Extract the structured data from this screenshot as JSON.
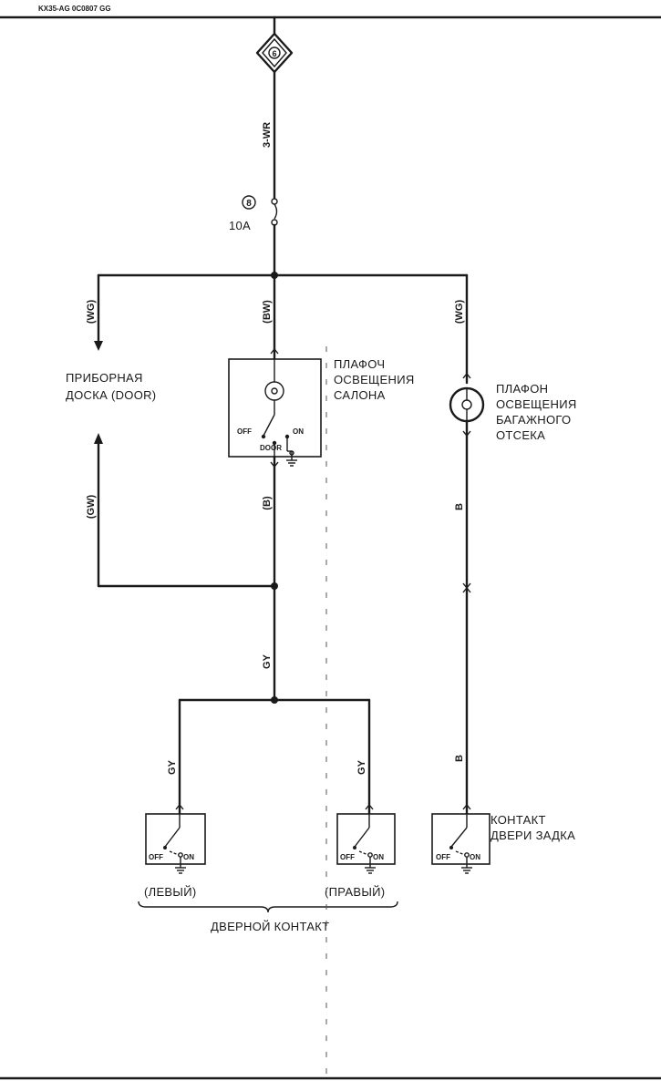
{
  "header": {
    "code": "KX35-AG 0C0807 GG"
  },
  "supply": {
    "connector_number": "6",
    "wire_main": "3-WR",
    "fuse_number": "8",
    "fuse_rating": "10A"
  },
  "wires": {
    "left_branch": "(WG)",
    "center_upper": "(BW)",
    "right_upper": "(WG)",
    "left_return": "(GW)",
    "center_lower": "(B)",
    "center_main": "GY",
    "right_lower_1": "B",
    "right_lower_2": "B",
    "left_switch": "GY",
    "right_switch": "GY"
  },
  "components": {
    "instrument_panel": {
      "line1": "ПРИБОРНАЯ",
      "line2": "ДОСКА (DOOR)"
    },
    "cabin_lamp": {
      "line1": "ПЛАФОЧ",
      "line2": "ОСВЕЩЕНИЯ",
      "line3": "САЛОНА",
      "off": "OFF",
      "on": "ON",
      "door": "DOOR"
    },
    "trunk_lamp": {
      "line1": "ПЛАФОН",
      "line2": "ОСВЕЩЕНИЯ",
      "line3": "БАГАЖНОГО",
      "line4": "ОТСЕКА"
    },
    "tailgate_switch": {
      "line1": "КОНТАКТ",
      "line2": "ДВЕРИ ЗАДКА"
    },
    "door_switches": {
      "left": "(ЛЕВЫЙ)",
      "right": "(ПРАВЫЙ)",
      "caption": "ДВЕРНОЙ КОНТАКТ"
    },
    "switch_labels": {
      "off": "OFF",
      "on": "ON"
    }
  }
}
